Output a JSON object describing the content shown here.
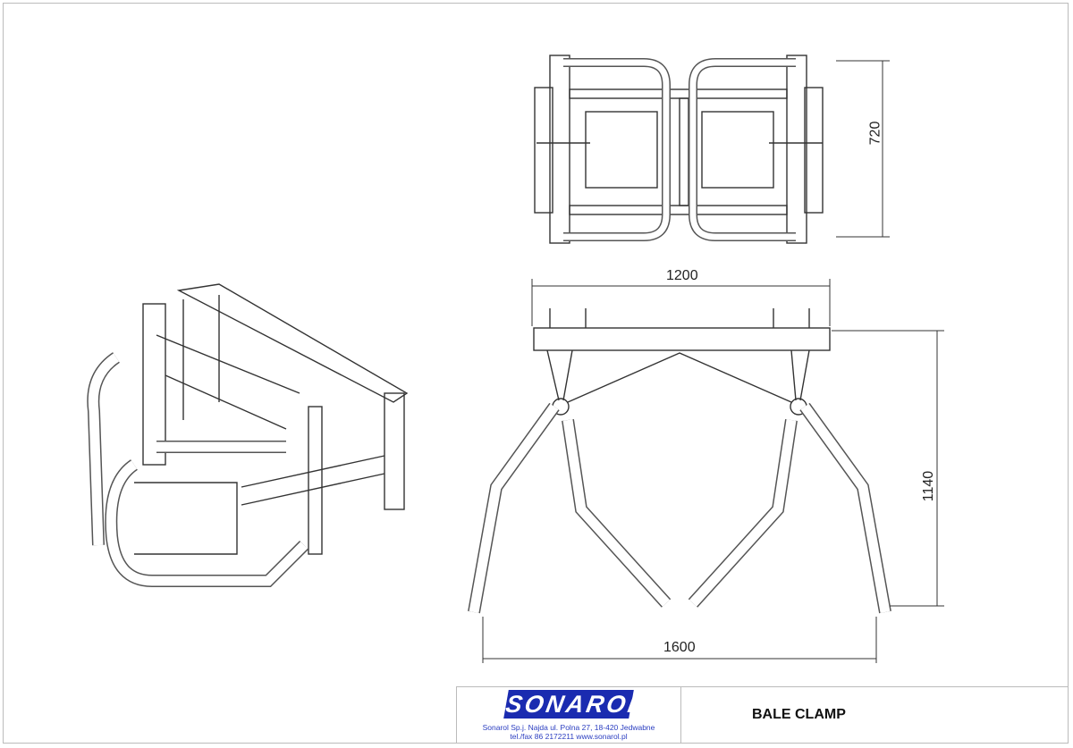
{
  "dimensions": {
    "top_view_depth": "720",
    "front_view_width": "1200",
    "front_view_height": "1140",
    "front_view_open_width": "1600"
  },
  "title_block": {
    "logo_text": "SONAROL",
    "company_address": "Sonarol Sp.j. Najda   ul. Polna 27, 18-420 Jedwabne",
    "company_contact": "tel./fax 86 2172211 www.sonarol.pl",
    "title": "BALE CLAMP"
  },
  "colors": {
    "logo": "#1a2bb0",
    "line": "#333333"
  }
}
